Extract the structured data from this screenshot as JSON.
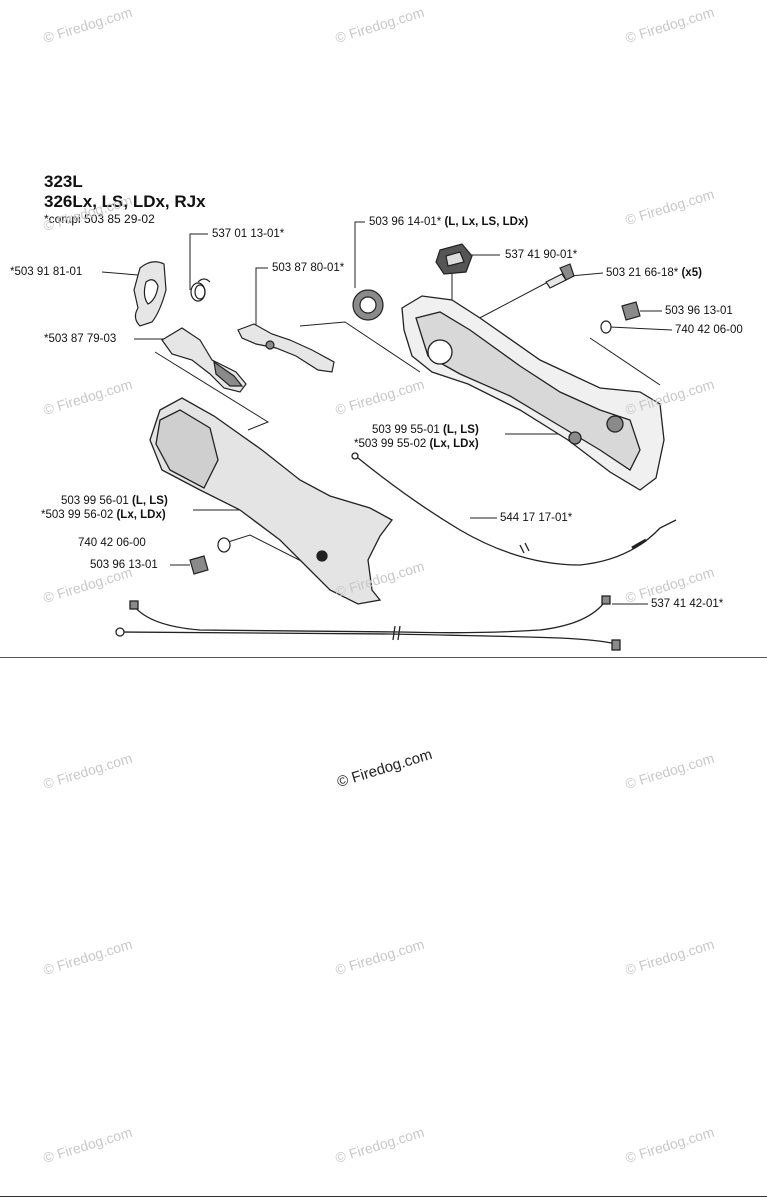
{
  "header": {
    "model_line_1": "323L",
    "model_line_2": "326Lx, LS, LDx, RJx",
    "compl_note": "*compl 503 85 29-02"
  },
  "labels": {
    "p_537011301": "537 01 13-01*",
    "p_503918101": "*503 91 81-01",
    "p_503878001": "503 87 80-01*",
    "p_503877903": "*503 87 79-03",
    "p_503961401_num": "503 96 14-01*",
    "p_503961401_suffix": "(L, Lx, LS, LDx)",
    "p_537419001": "537 41 90-01*",
    "p_503216618_num": "503 21 66-18*",
    "p_503216618_suffix": "(x5)",
    "p_503961301_top": "503 96 13-01",
    "p_740420600_top": "740 42 06-00",
    "p_503995501_num": "503 99 55-01",
    "p_503995501_suffix": "(L, LS)",
    "p_503995502_num": "*503 99 55-02",
    "p_503995502_suffix": "(Lx, LDx)",
    "p_503995601_num": "503 99 56-01",
    "p_503995601_suffix": "(L, LS)",
    "p_503995602_num": "*503 99 56-02",
    "p_503995602_suffix": "(Lx, LDx)",
    "p_740420600_bottom": "740 42 06-00",
    "p_503961301_bottom": "503 96 13-01",
    "p_544171701": "544 17 17-01*",
    "p_537414201": "537 41 42-01*"
  },
  "watermark": {
    "text": "© Firedog.com"
  },
  "colors": {
    "line": "#222222",
    "watermark": "#c8c8c8",
    "part_fill": "#e6e6e6",
    "part_dark": "#8a8a8a"
  }
}
